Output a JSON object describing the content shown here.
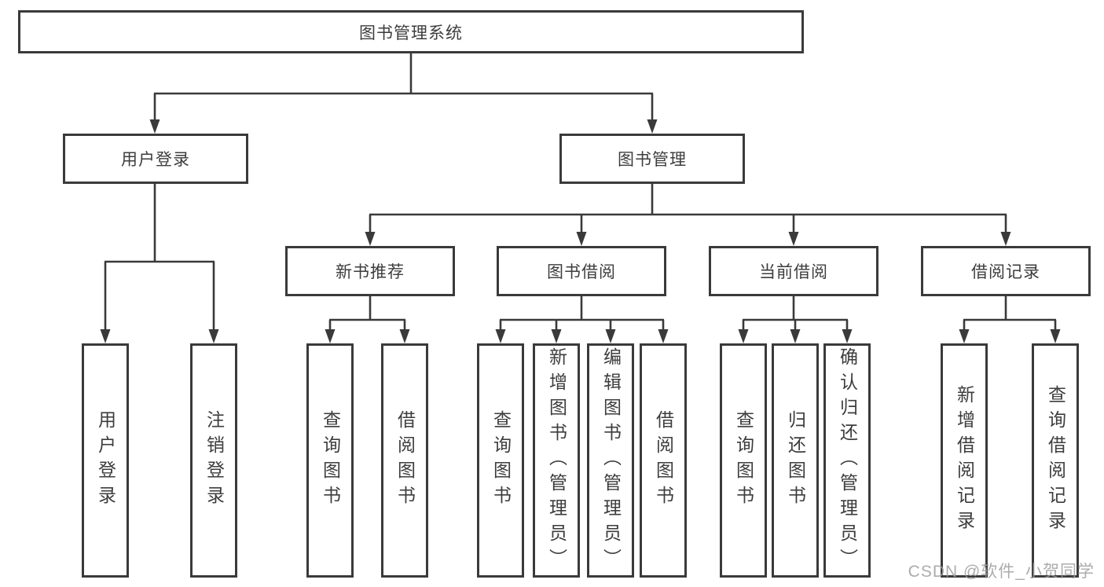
{
  "diagram": {
    "root": {
      "label": "图书管理系统"
    },
    "branches": [
      {
        "label": "用户登录",
        "children": [
          {
            "label": "用户登录"
          },
          {
            "label": "注销登录"
          }
        ]
      },
      {
        "label": "图书管理",
        "children": [
          {
            "label": "新书推荐",
            "children": [
              {
                "label": "查询图书"
              },
              {
                "label": "借阅图书"
              }
            ]
          },
          {
            "label": "图书借阅",
            "children": [
              {
                "label": "查询图书"
              },
              {
                "label": "新增图书（管理员）"
              },
              {
                "label": "编辑图书（管理员）"
              },
              {
                "label": "借阅图书"
              }
            ]
          },
          {
            "label": "当前借阅",
            "children": [
              {
                "label": "查询图书"
              },
              {
                "label": "归还图书"
              },
              {
                "label": "确认归还（管理员）"
              }
            ]
          },
          {
            "label": "借阅记录",
            "children": [
              {
                "label": "新增借阅记录"
              },
              {
                "label": "查询借阅记录"
              }
            ]
          }
        ]
      }
    ]
  },
  "watermark": {
    "text": "CSDN @软件_小贺同学"
  },
  "colors": {
    "line": "#3a3a3a",
    "text": "#3d3d3d",
    "background": "#ffffff",
    "watermark": "#9e9e9e"
  }
}
